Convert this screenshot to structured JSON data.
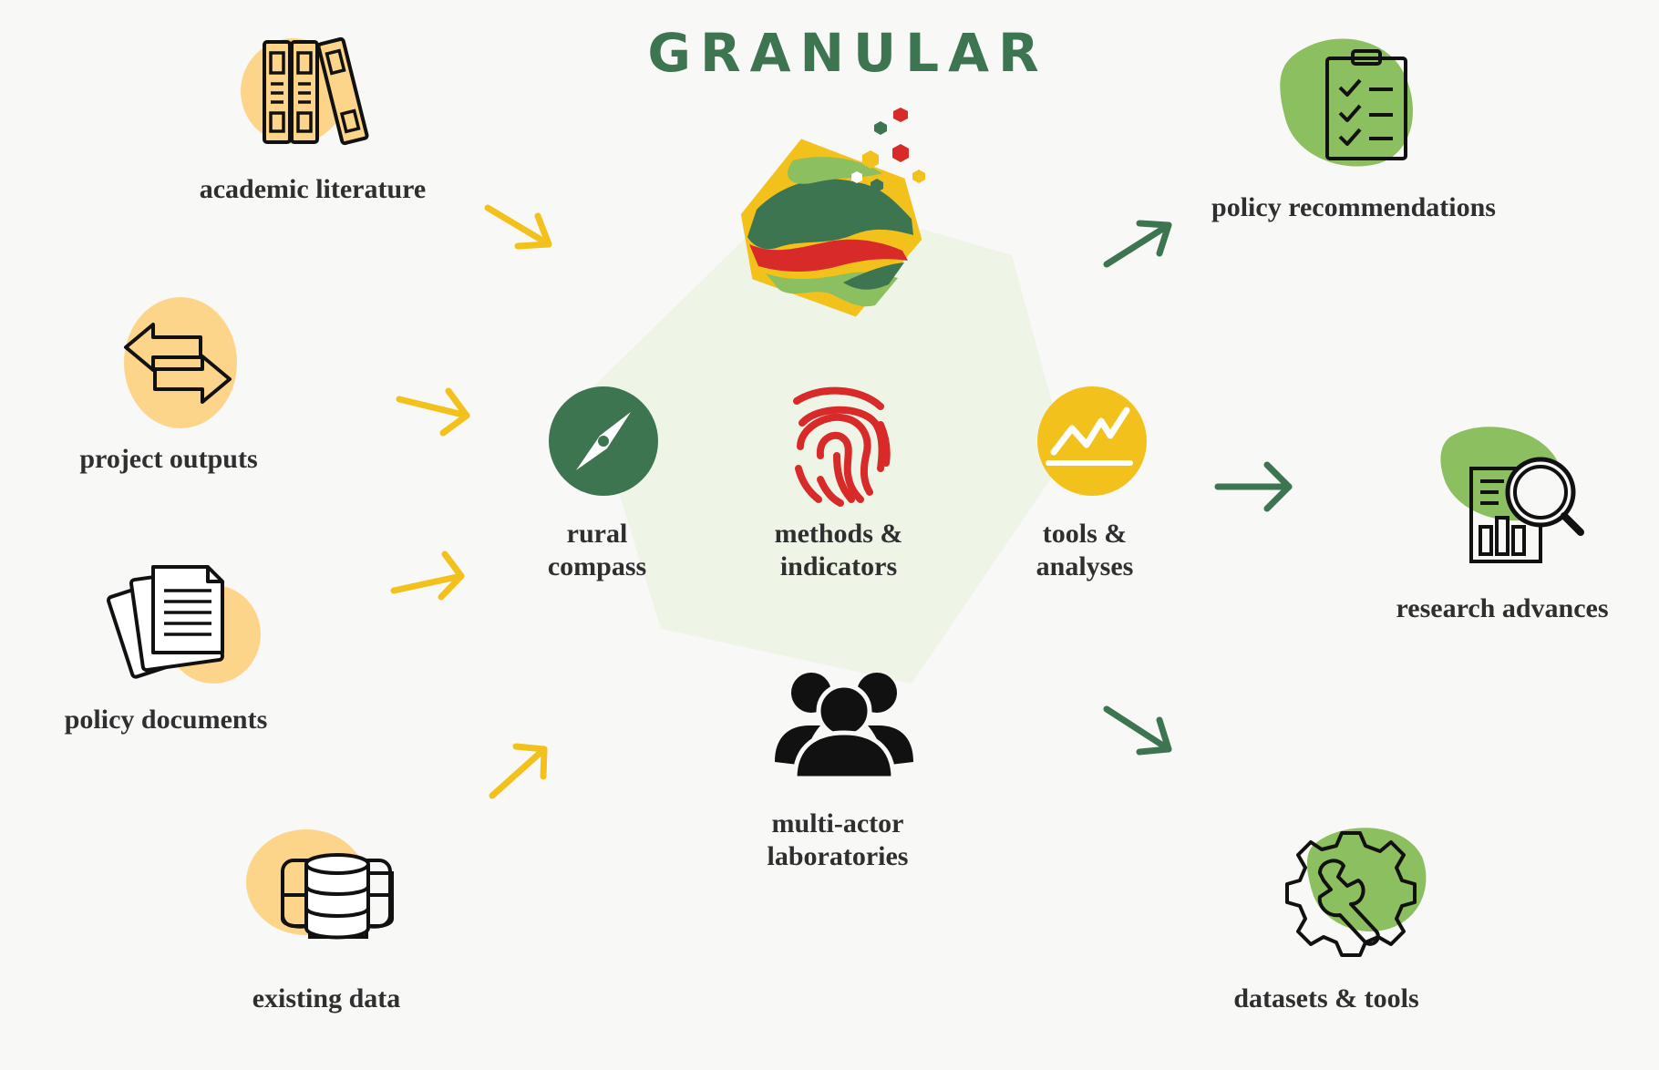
{
  "title": "GRANULAR",
  "colors": {
    "green_dark": "#3d7550",
    "green_light": "#8cbf5f",
    "yellow": "#f3c11c",
    "orange_blob": "#fdd58a",
    "red": "#d92a2a",
    "hexagon_bg": "#eef4e6"
  },
  "inputs": [
    {
      "id": "academic-literature",
      "label": "academic literature",
      "icon": "books-icon"
    },
    {
      "id": "project-outputs",
      "label": "project outputs",
      "icon": "exchange-arrows-icon"
    },
    {
      "id": "policy-documents",
      "label": "policy documents",
      "icon": "documents-icon"
    },
    {
      "id": "existing-data",
      "label": "existing data",
      "icon": "database-icon"
    }
  ],
  "center": [
    {
      "id": "rural-compass",
      "label_line1": "rural",
      "label_line2": "compass",
      "icon": "compass-icon"
    },
    {
      "id": "methods-indicators",
      "label_line1": "methods &",
      "label_line2": "indicators",
      "icon": "fingerprint-icon"
    },
    {
      "id": "tools-analyses",
      "label_line1": "tools &",
      "label_line2": "analyses",
      "icon": "line-chart-icon"
    },
    {
      "id": "multi-actor-laboratories",
      "label_line1": "multi-actor",
      "label_line2": "laboratories",
      "icon": "people-group-icon"
    }
  ],
  "outputs": [
    {
      "id": "policy-recommendations",
      "label": "policy recommendations",
      "icon": "checklist-icon"
    },
    {
      "id": "research-advances",
      "label": "research advances",
      "icon": "magnifier-report-icon"
    },
    {
      "id": "datasets-tools",
      "label": "datasets & tools",
      "icon": "gear-wrench-icon"
    }
  ]
}
